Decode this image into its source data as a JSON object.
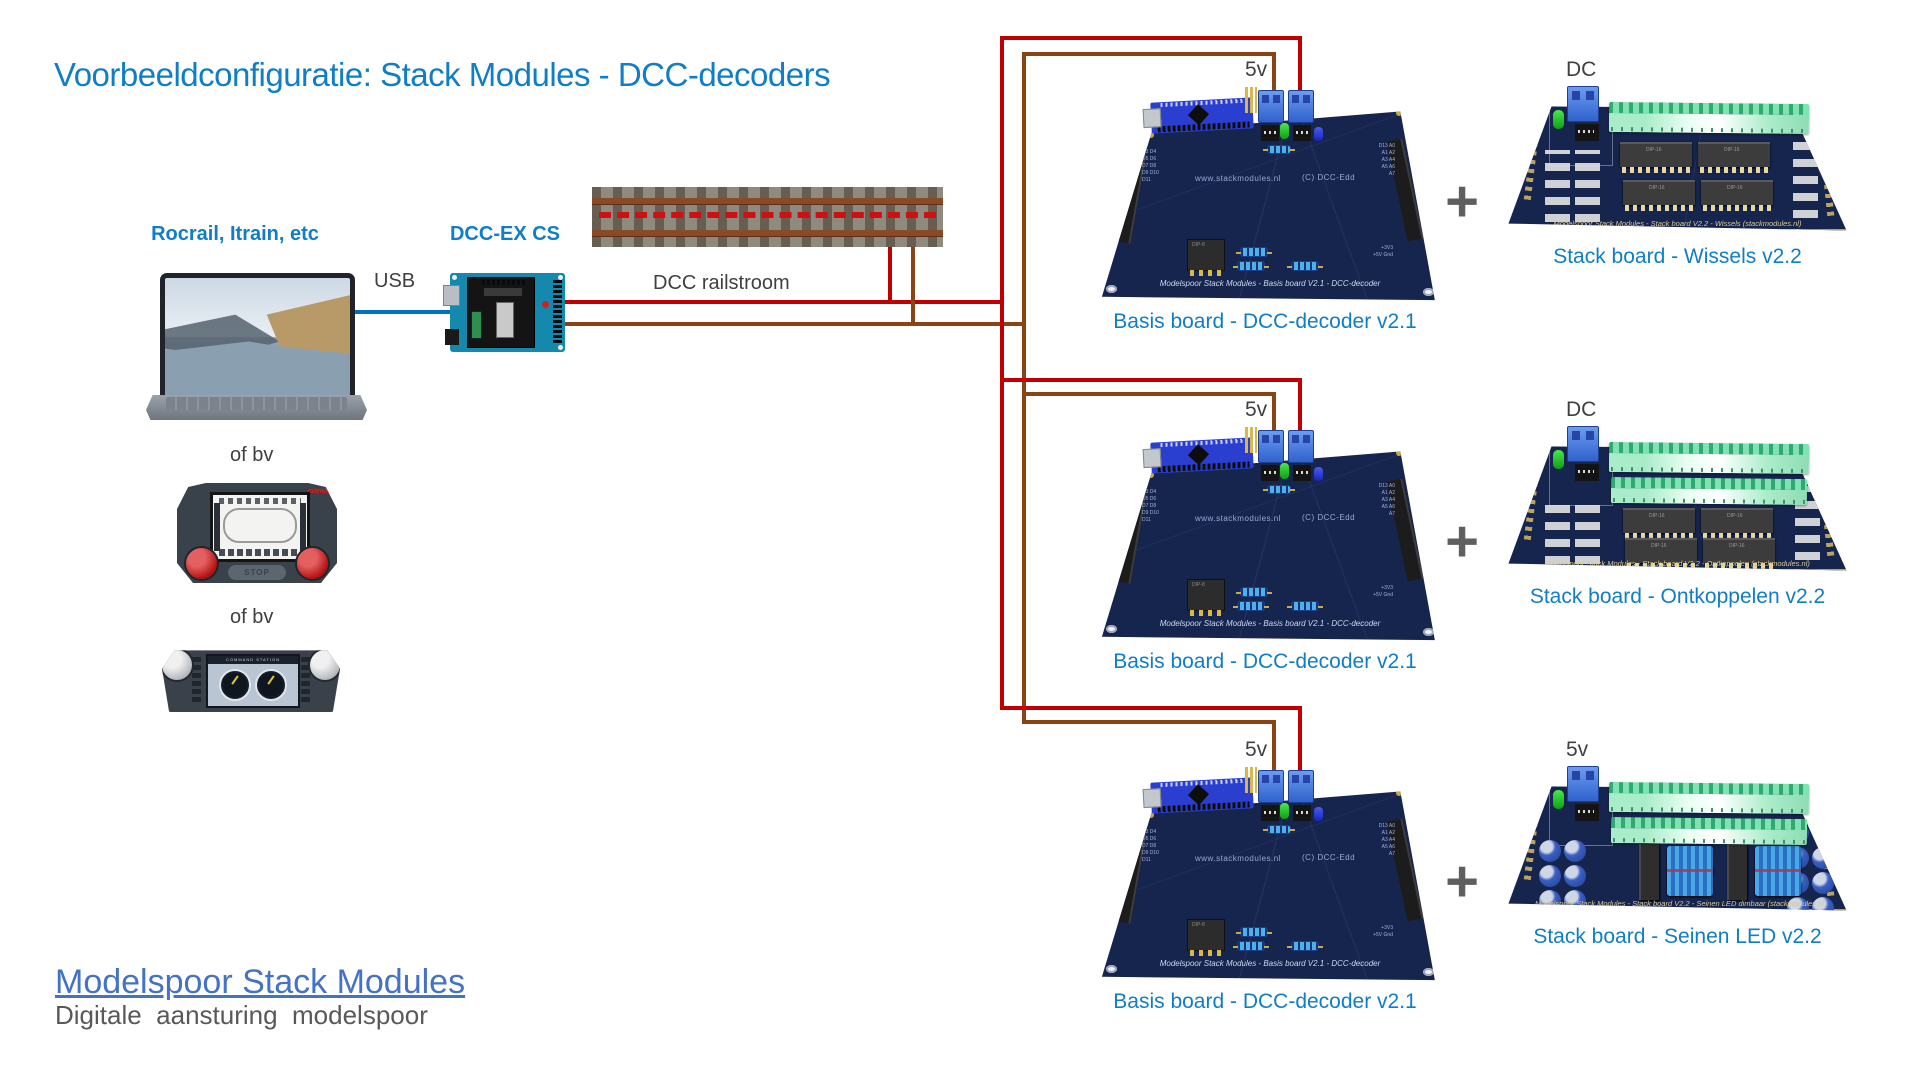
{
  "title": "Voorbeeldconfiguratie: Stack Modules - DCC-decoders",
  "colors": {
    "label_blue": "#0f7dc8",
    "brand_blue": "#4472C4",
    "wire_red": "#C00000",
    "wire_brown": "#8a4413",
    "usb_blue": "#0070C0",
    "text_gray": "#404040",
    "pcb_navy": "#16254e",
    "terminal_blue": "#3f73d6",
    "strip_mint": "#a9ecc9"
  },
  "left": {
    "software_label": "Rocrail, Itrain, etc",
    "usb_label": "USB",
    "command_station_label": "DCC-EX CS",
    "rail_label": "DCC railstroom",
    "alt1_label": "of bv",
    "alt2_label": "of bv",
    "marklin_brand": "märklin",
    "marklin_stop": "STOP",
    "ecos_header": "COMMAND STATION"
  },
  "footer": {
    "brand": "Modelspoor Stack Modules",
    "tagline": "Digitale  aansturing  modelspoor"
  },
  "basis": {
    "silk_url": "www.stackmodules.nl",
    "silk_copyright": "(C) DCC-Edd",
    "silk_bottom": "Modelspoor Stack Modules - Basis board V2.1 - DCC-decoder",
    "left_pins": "D3 D4 D5 D6 D7 D8 D9 D10 D11",
    "right_pins": "D13 A0 A1 A2 A3 A4 A5 A6 A7",
    "power_pins": "+3V3 +5V Gnd",
    "chip_label": "DIP-8"
  },
  "rows": [
    {
      "basis_power": "5v",
      "basis_caption": "Basis board - DCC-decoder v2.1",
      "plus": "+",
      "stack_power": "DC",
      "stack_caption": "Stack board - Wissels v2.2",
      "stack_silk": "Modelspoor Stack Modules - Stack board V2.2 - Wissels (stackmodules.nl)",
      "chip_label": "DIP-16"
    },
    {
      "basis_power": "5v",
      "basis_caption": "Basis board - DCC-decoder v2.1",
      "plus": "+",
      "stack_power": "DC",
      "stack_caption": "Stack board - Ontkoppelen v2.2",
      "stack_silk": "Modelspoor Stack Modules - Stack board V2.2 - Ontkoppelen (stackmodules.nl)",
      "chip_label": "DIP-16"
    },
    {
      "basis_power": "5v",
      "basis_caption": "Basis board - DCC-decoder v2.1",
      "plus": "+",
      "stack_power": "5v",
      "stack_caption": "Stack board - Seinen LED v2.2",
      "stack_silk": "Modelspoor Stack Modules - Stack board V2.2 - Seinen LED dimbaar (stackmodules.nl)",
      "chip_label": "DIP-16"
    }
  ]
}
